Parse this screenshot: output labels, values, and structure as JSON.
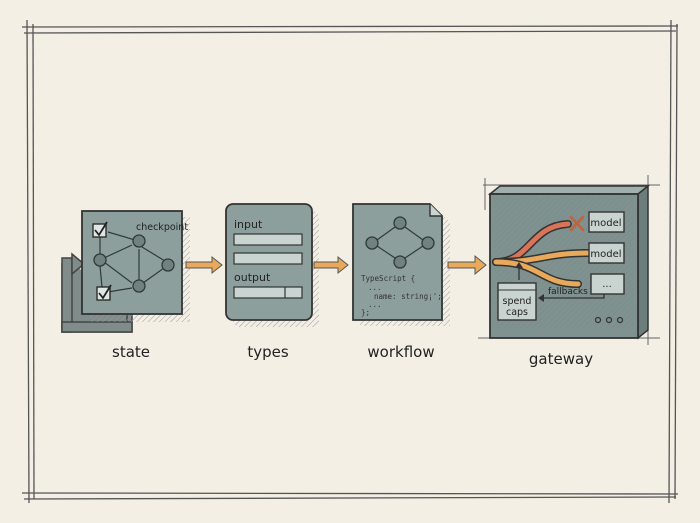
{
  "colors": {
    "paper": "#f3efe5",
    "ink": "#3a3a3a",
    "panel": "#8d9f9c",
    "panel_light": "#c9d4d1",
    "arrow": "#e8a95a",
    "red_path": "#d9735a",
    "dark_panel": "#7f9290"
  },
  "stages": [
    {
      "label": "state",
      "annotation": "checkpoint"
    },
    {
      "label": "types",
      "field_labels": [
        "input",
        "output"
      ]
    },
    {
      "label": "workflow",
      "code": [
        "TypeScript {",
        "...",
        "name: string¡';",
        "...",
        "};"
      ]
    },
    {
      "label": "gateway",
      "outputs": [
        "model",
        "model",
        "..."
      ],
      "spend_caps": [
        "spend",
        "caps"
      ],
      "fallbacks": "fallbacks"
    }
  ],
  "icons": {
    "checkbox": "checkbox-icon",
    "x_mark": "x-mark-icon",
    "arrow": "right-arrow-icon"
  }
}
